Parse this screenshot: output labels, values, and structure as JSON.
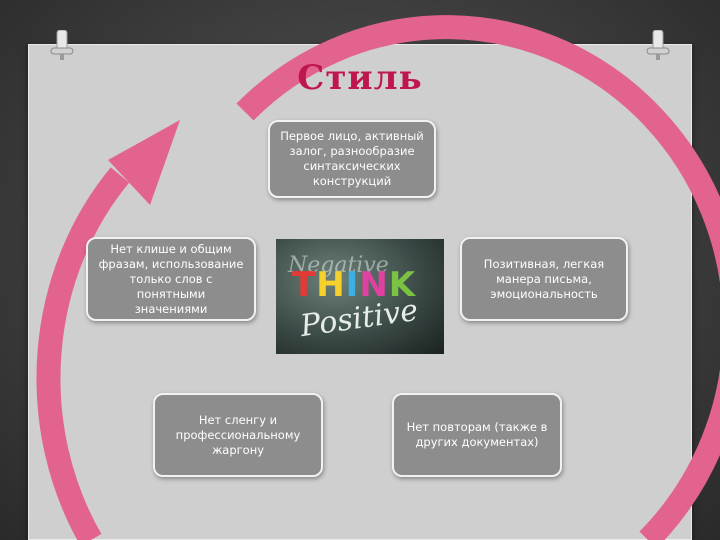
{
  "title": "Стиль",
  "boxes": {
    "top": [
      "Первое лицо, активный",
      "залог, разнообразие",
      "синтаксических",
      "конструкций"
    ],
    "left": [
      "Нет клише и общим",
      "фразам, использование",
      "только слов с понятными",
      "значениями"
    ],
    "right": [
      "Позитивная, легкая",
      "манера письма,",
      "эмоциональность"
    ],
    "bottom_left": [
      "Нет сленгу и",
      "профессиональному",
      "жаргону"
    ],
    "bottom_right": [
      "Нет повторам (также в",
      "других документах)"
    ]
  },
  "image": {
    "word_negative": "Negative",
    "word_think": [
      "T",
      "H",
      "I",
      "N",
      "K"
    ],
    "word_positive": "Positive"
  },
  "colors": {
    "title": "#c0164e",
    "arrow": "#e3638f",
    "box": "#8d8d8d",
    "board": "#cfcfcf"
  }
}
